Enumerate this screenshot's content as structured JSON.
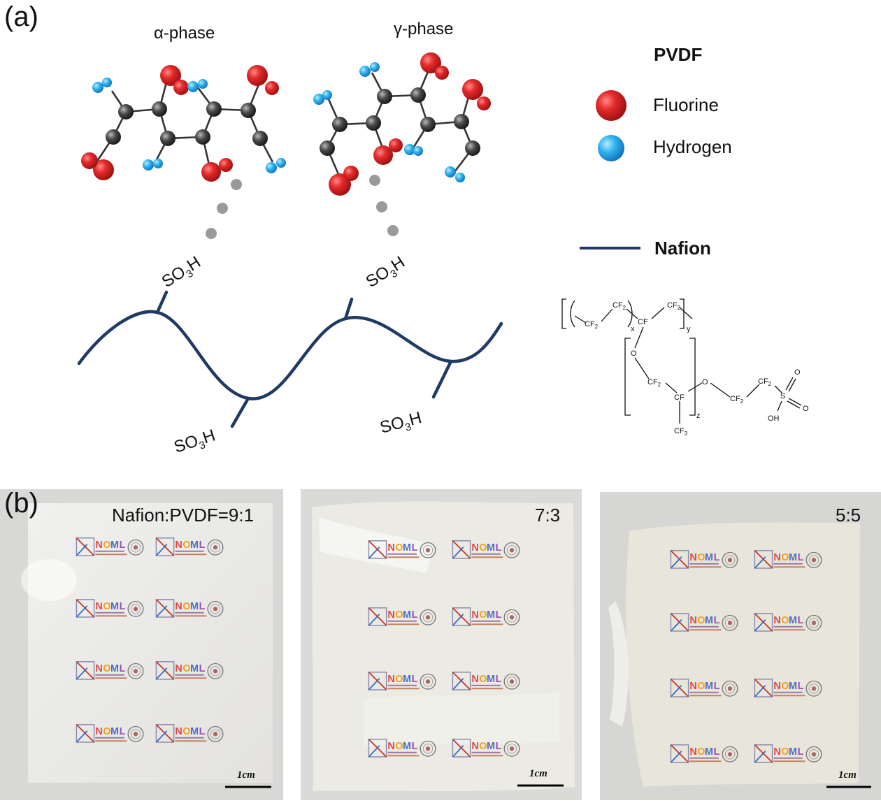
{
  "panel_a": {
    "label": "(a)",
    "alpha_phase_label": "α-phase",
    "gamma_phase_label": "γ-phase",
    "legend": {
      "pvdf_title": "PVDF",
      "fluorine_label": "Fluorine",
      "hydrogen_label": "Hydrogen",
      "nafion_label": "Nafion",
      "fluorine_color": "#e0262a",
      "hydrogen_color": "#29a9e6",
      "nafion_color": "#1f3a63"
    },
    "sulfonic_group": "SO3H",
    "nafion_structure": {
      "cf2": "CF2",
      "cf": "CF",
      "cf3": "CF3",
      "o": "O",
      "s": "S",
      "oh": "OH",
      "x": "x",
      "y": "y",
      "z": "z"
    }
  },
  "panel_b": {
    "label": "(b)",
    "samples": [
      {
        "ratio": "Nafion:PVDF=9:1",
        "scale_bar": "1cm"
      },
      {
        "ratio": "7:3",
        "scale_bar": "1cm"
      },
      {
        "ratio": "5:5",
        "scale_bar": "1cm"
      }
    ],
    "logo_text": "NOML"
  }
}
